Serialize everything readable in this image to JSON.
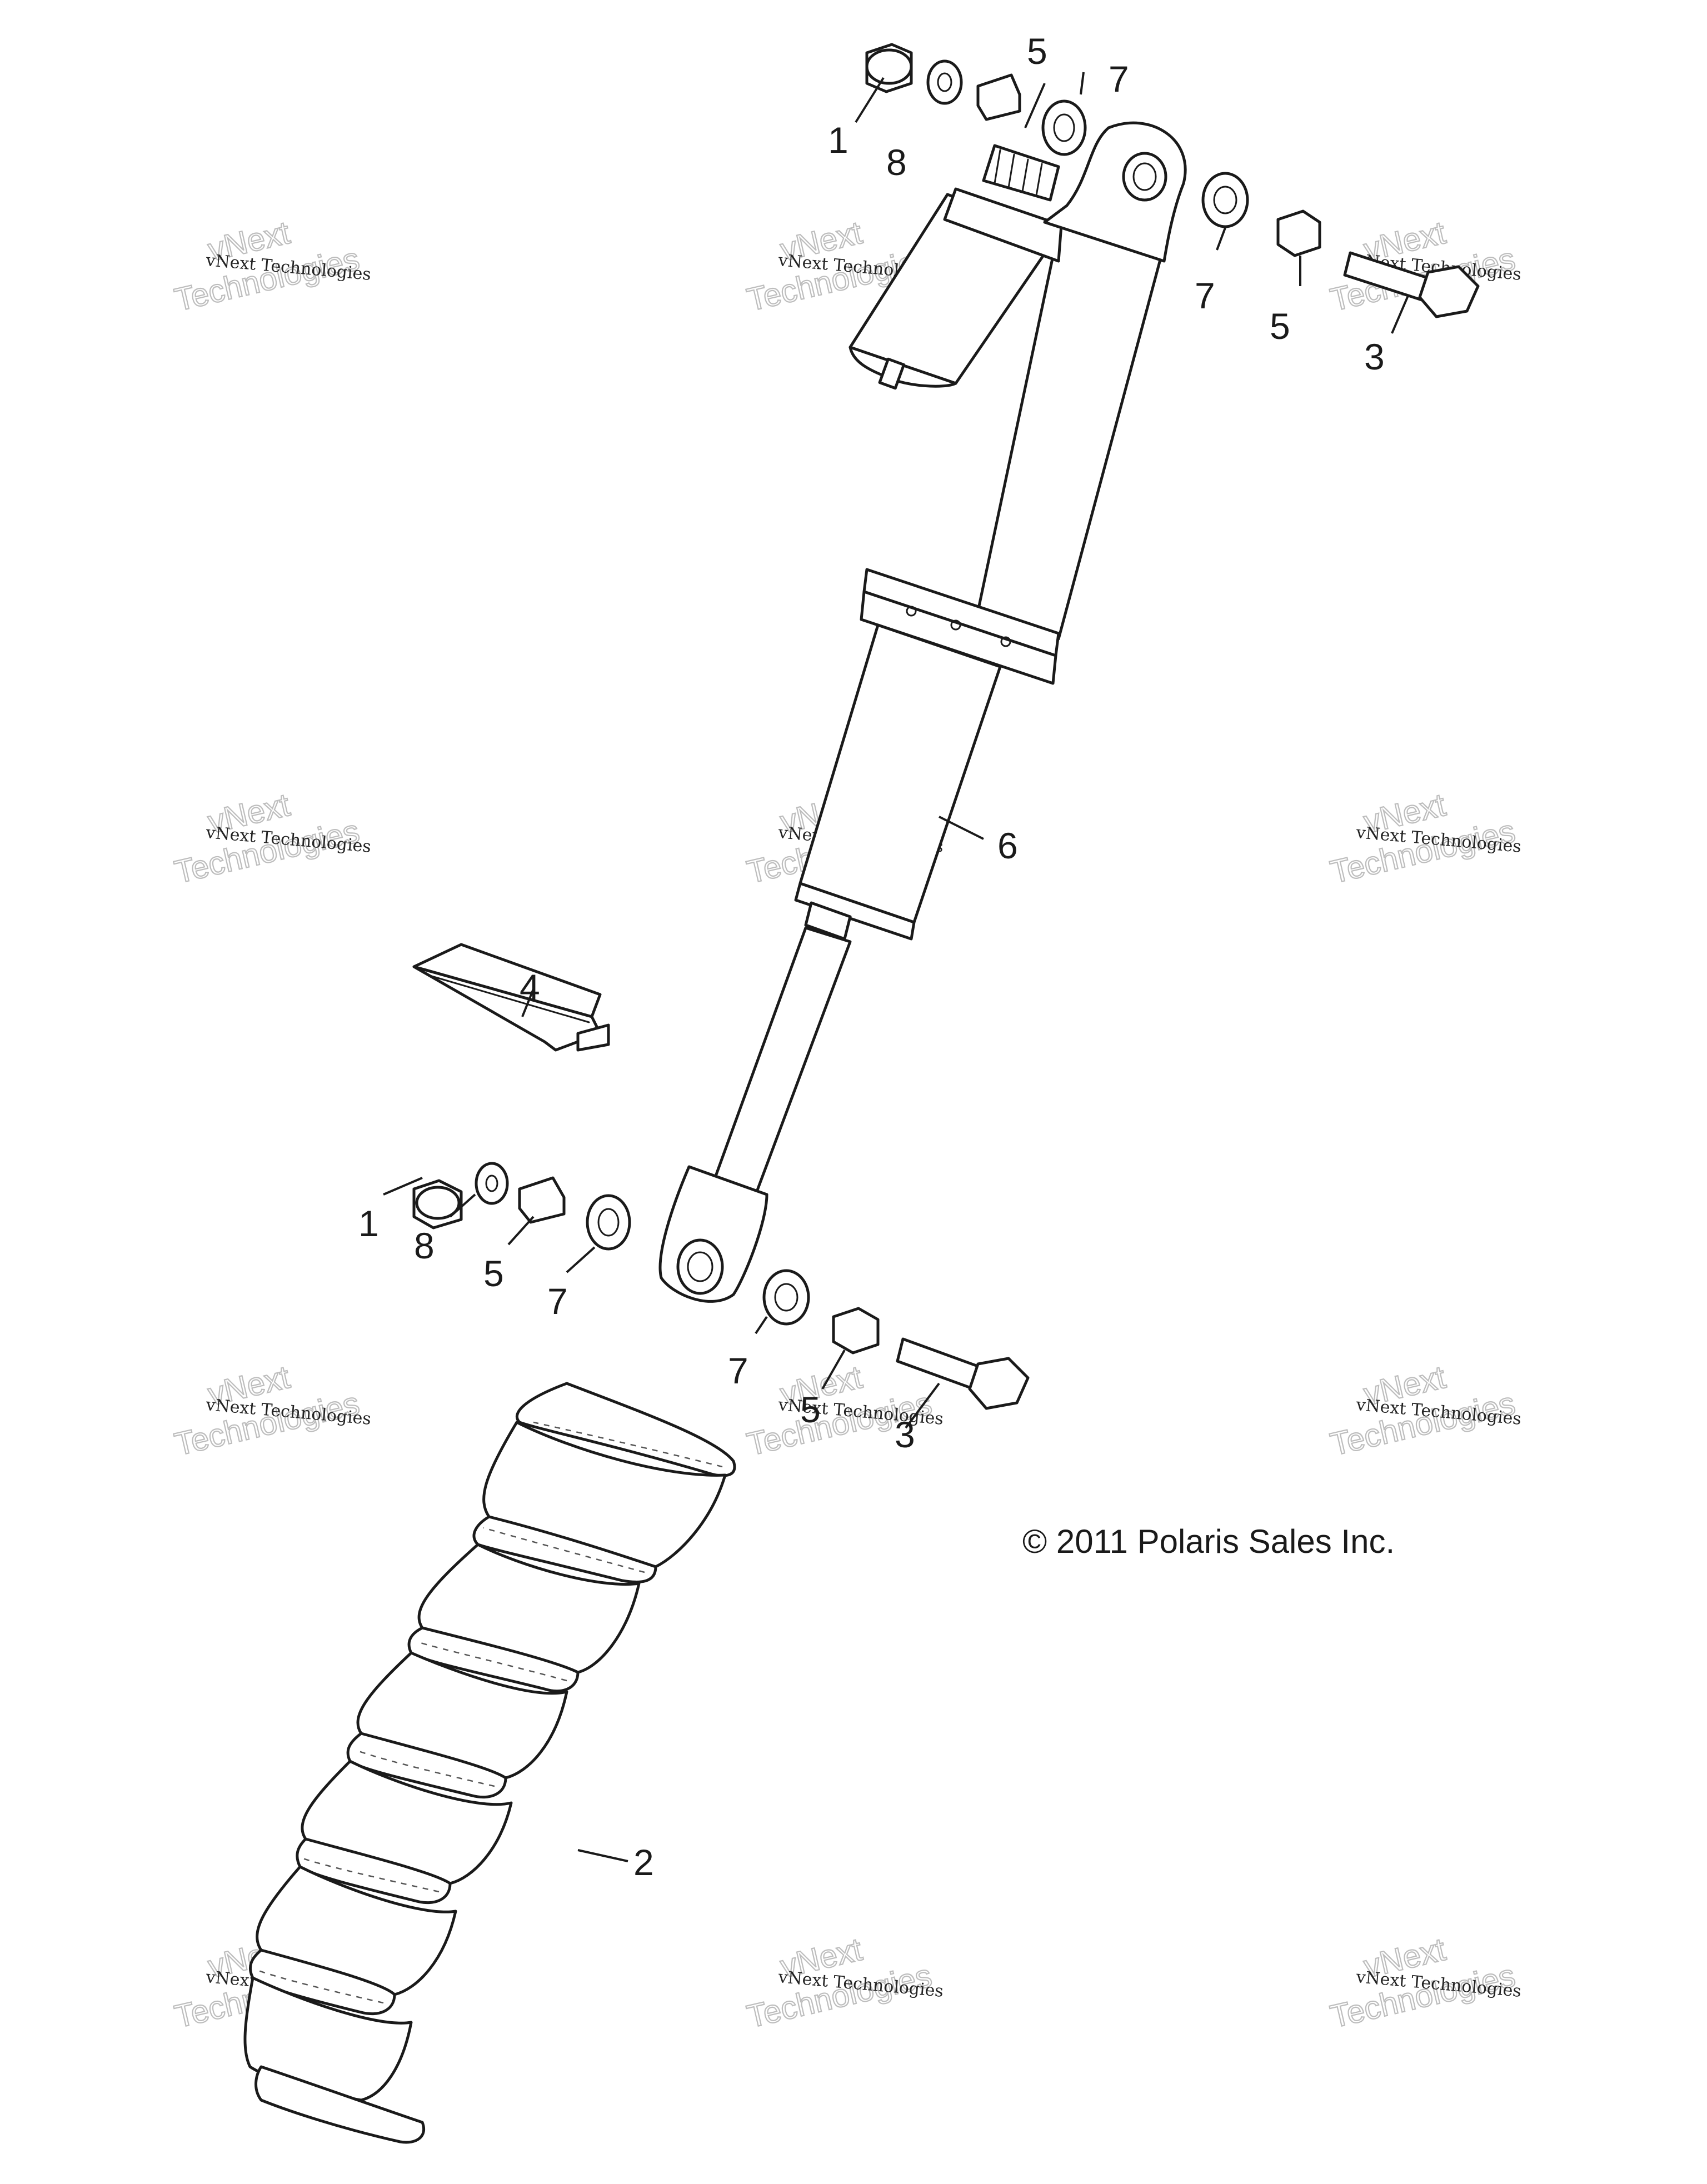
{
  "diagram": {
    "copyright": "© 2011 Polaris Sales Inc.",
    "watermark": {
      "line_small": "vNext Technologies",
      "line_big_1": "vNext",
      "line_big_2": "Technologies"
    },
    "callouts": {
      "c1_top": "1",
      "c8_top": "8",
      "c5_top": "5",
      "c7_top": "7",
      "c7_right": "7",
      "c5_right": "5",
      "c3_top": "3",
      "c6": "6",
      "c4": "4",
      "c1_bot": "1",
      "c8_bot": "8",
      "c5_bot": "5",
      "c7_bot_left": "7",
      "c7_bot_right": "7",
      "c5_bot_right": "5",
      "c3_bot": "3",
      "c2": "2"
    }
  }
}
